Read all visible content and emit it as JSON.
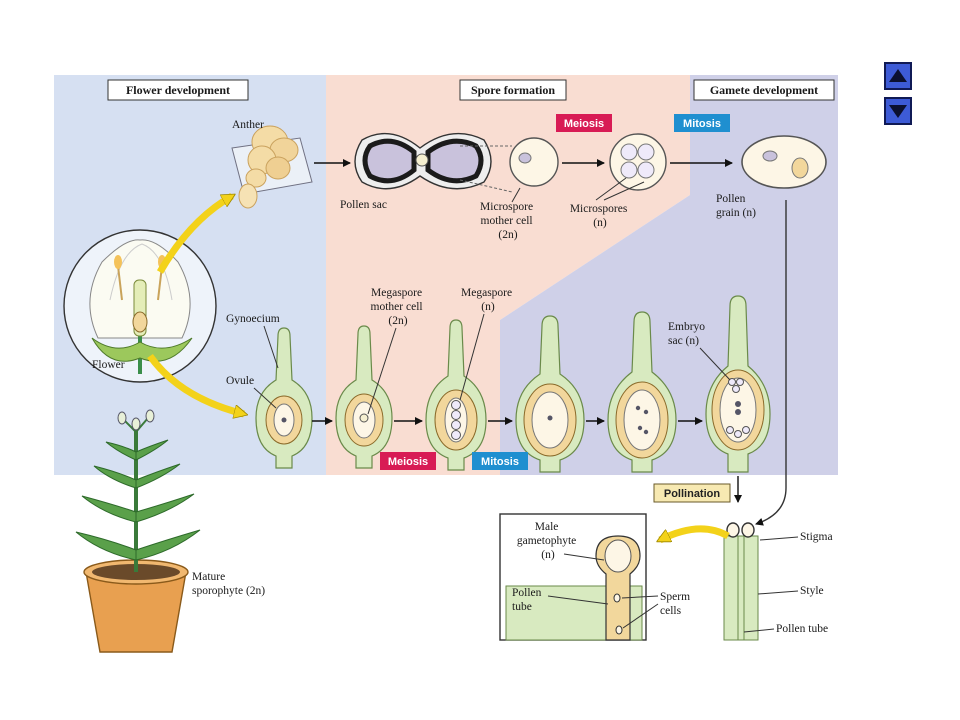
{
  "sections": {
    "flower_development": "Flower development",
    "spore_formation": "Spore formation",
    "gamete_development": "Gamete development"
  },
  "tags": {
    "meiosis_top": "Meiosis",
    "mitosis_top": "Mitosis",
    "meiosis_bottom": "Meiosis",
    "mitosis_bottom": "Mitosis",
    "pollination": "Pollination"
  },
  "labels": {
    "anther": "Anther",
    "pollen_sac": "Pollen sac",
    "microspore_mother_cell": [
      "Microspore",
      "mother cell",
      "(2n)"
    ],
    "microspores": [
      "Microspores",
      "(n)"
    ],
    "pollen_grain": [
      "Pollen",
      "grain (n)"
    ],
    "flower": "Flower",
    "gynoecium": "Gynoecium",
    "ovule": "Ovule",
    "megaspore_mother_cell": [
      "Megaspore",
      "mother cell",
      "(2n)"
    ],
    "megaspore": [
      "Megaspore",
      "(n)"
    ],
    "embryo_sac": [
      "Embryo",
      "sac (n)"
    ],
    "mature_sporophyte": [
      "Mature",
      "sporophyte (2n)"
    ],
    "male_gametophyte": [
      "Male",
      "gametophyte",
      "(n)"
    ],
    "pollen_tube_left": [
      "Pollen",
      "tube"
    ],
    "sperm_cells": [
      "Sperm",
      "cells"
    ],
    "stigma": "Stigma",
    "style": "Style",
    "pollen_tube_right": "Pollen tube"
  },
  "colors": {
    "flower_bg": "#d6e0f2",
    "spore_bg": "#f9ddd2",
    "gamete_bg": "#cfd0e8",
    "meiosis": "#d81b55",
    "mitosis": "#1f8fd0",
    "pollination": "#f7e9b2",
    "tissue": "#d8eac0",
    "nucellus": "#f2d79c",
    "arrow_yellow": "#f3d21a"
  },
  "icons": {
    "nav_up": "triangle-up-icon",
    "nav_down": "triangle-down-icon"
  }
}
